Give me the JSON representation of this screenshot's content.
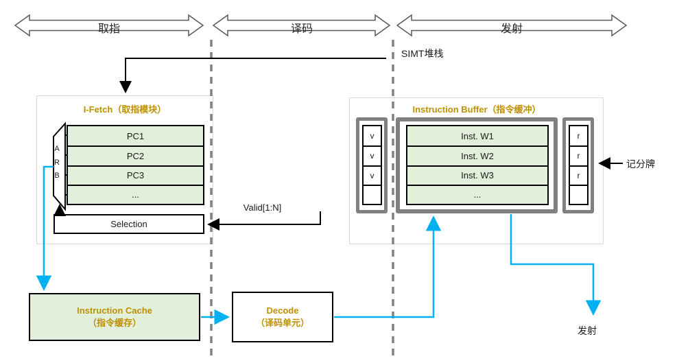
{
  "stages": [
    {
      "label": "取指"
    },
    {
      "label": "译码"
    },
    {
      "label": "发射"
    }
  ],
  "annotations": {
    "simt_stack": "SIMT堆栈",
    "valid_signal": "Valid[1:N]",
    "scoreboard": "记分牌",
    "issue_out": "发射"
  },
  "ifetch": {
    "title": "I-Fetch（取指模块）",
    "arb_letters": [
      "A",
      "R",
      "B"
    ],
    "pc_rows": [
      "PC1",
      "PC2",
      "PC3",
      "..."
    ],
    "selection_label": "Selection"
  },
  "ibuffer": {
    "title": "Instruction Buffer（指令缓冲）",
    "valid_cells": [
      "v",
      "v",
      "v",
      ""
    ],
    "rows": [
      "Inst. W1",
      "Inst. W2",
      "Inst. W3",
      "..."
    ],
    "ready_cells": [
      "r",
      "r",
      "r",
      ""
    ]
  },
  "icache": {
    "line1": "Instruction Cache",
    "line2": "（指令缓存）"
  },
  "decode": {
    "line1": "Decode",
    "line2": "（译码单元）"
  },
  "colors": {
    "accent_gold": "#bf9000",
    "block_green": "#e2efda",
    "flow_blue": "#00b0f0",
    "frame_gray": "#808080",
    "container_gray": "#d9d9d9"
  }
}
